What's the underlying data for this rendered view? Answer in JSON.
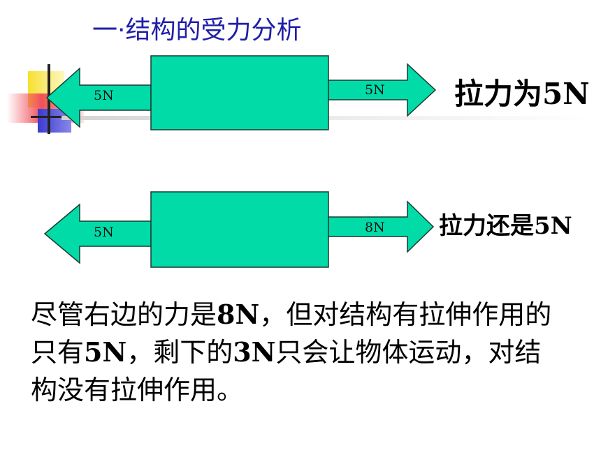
{
  "slide": {
    "title": "一·结构的受力分析"
  },
  "diagram_1": {
    "left_force_label": "5N",
    "right_force_label": "5N",
    "caption": "拉力为5N"
  },
  "diagram_2": {
    "left_force_label": "5N",
    "right_force_label": "8N",
    "caption": "拉力还是5N"
  },
  "note": {
    "l1_a": "尽管右边的力是",
    "l1_b": "8N",
    "l1_c": "，但对结构有拉伸作用的只有",
    "l1_d": "5N",
    "l1_e": "，剩下的",
    "l1_f": "3N",
    "l1_g": "只会让物体运动，对结构没有拉伸作用。"
  },
  "colors": {
    "title": "#1f1fa8",
    "shape_fill": "#00dba8",
    "shape_stroke": "#1a3a30"
  }
}
